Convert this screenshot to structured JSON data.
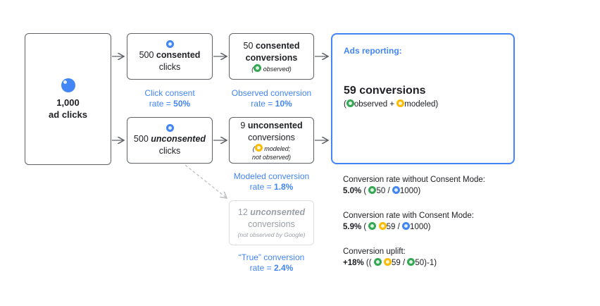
{
  "start": {
    "count": "1,000",
    "label": "ad clicks"
  },
  "consented_clicks": {
    "number": "500",
    "word": "consented",
    "unit": "clicks"
  },
  "unconsented_clicks": {
    "number": "500",
    "word": "unconsented",
    "unit": "clicks"
  },
  "consented_conversions": {
    "number": "50",
    "word": "consented",
    "unit": "conversions",
    "tag": "observed)"
  },
  "unconsented_conversions": {
    "number": "9",
    "word": "unconsented",
    "unit": "conversions",
    "tag": "modeled;",
    "tag2": "not observed)"
  },
  "true_conversions": {
    "number": "12",
    "word": "unconsented",
    "unit": "conversions",
    "note": "(not observed by Google)"
  },
  "captions": {
    "click_consent": {
      "line1": "Click consent",
      "prefix": "rate = ",
      "value": "50%"
    },
    "observed_rate": {
      "line1": "Observed conversion",
      "prefix": "rate = ",
      "value": "10%"
    },
    "modeled_rate": {
      "line1": "Modeled conversion",
      "prefix": "rate = ",
      "value": "1.8%"
    },
    "true_rate": {
      "line1": "“True” conversion",
      "prefix": "rate = ",
      "value": "2.4%"
    }
  },
  "reporting": {
    "title": "Ads reporting:",
    "headline": "59 conversions",
    "observed": "observed +",
    "modeled": "modeled)"
  },
  "metrics": {
    "without": {
      "label": "Conversion rate without Consent Mode:",
      "value": "5.0%",
      "a": "50 /",
      "b": "1000)"
    },
    "with": {
      "label": "Conversion rate with Consent Mode:",
      "value": "5.9%",
      "a": "59 /",
      "b": "1000)"
    },
    "uplift": {
      "label": "Conversion uplift:",
      "value": "+18%",
      "a": "59 /",
      "b": "50)-1)"
    }
  },
  "colors": {
    "accent": "#4285f4",
    "observed": "#34a853",
    "modeled": "#fbbc04",
    "click": "#4285f4"
  }
}
